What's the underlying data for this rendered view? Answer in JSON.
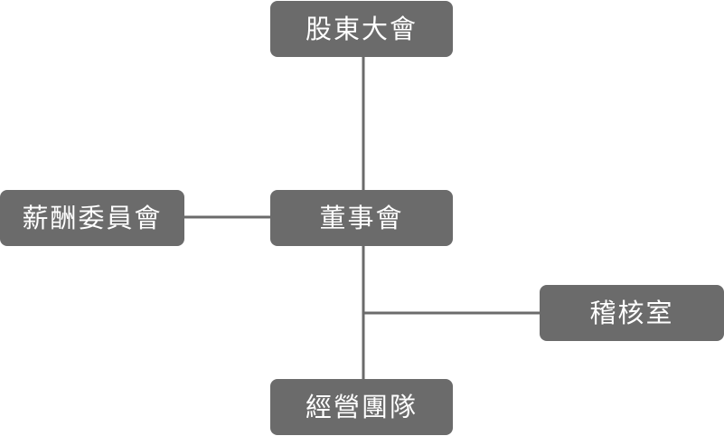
{
  "org_chart": {
    "colors": {
      "node_fill": "#6b6b6b",
      "node_text": "#ffffff",
      "connector": "#6b6b6b"
    },
    "nodes": {
      "shareholders": {
        "label": "股東大會"
      },
      "board": {
        "label": "董事會"
      },
      "remuneration_committee": {
        "label": "薪酬委員會"
      },
      "audit_office": {
        "label": "稽核室"
      },
      "management_team": {
        "label": "經營團隊"
      }
    },
    "links": [
      {
        "from": "shareholders",
        "to": "board"
      },
      {
        "from": "board",
        "to": "remuneration_committee"
      },
      {
        "from": "board",
        "to": "audit_office"
      },
      {
        "from": "board",
        "to": "management_team"
      }
    ]
  }
}
